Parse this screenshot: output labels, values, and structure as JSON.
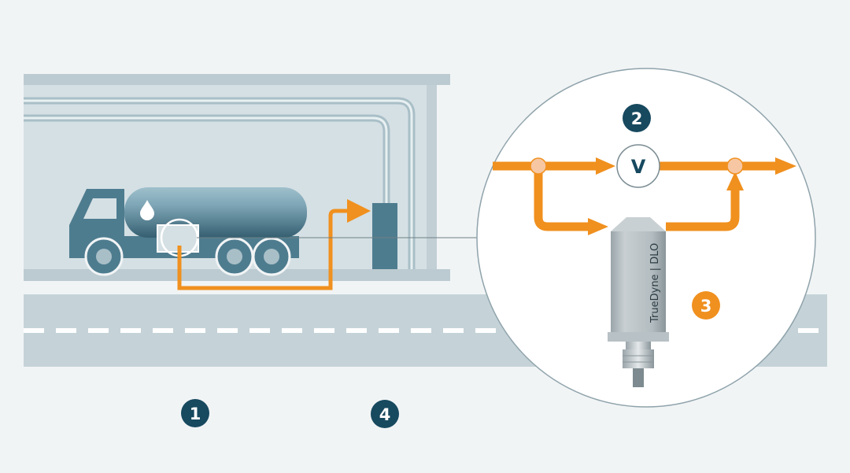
{
  "markers": {
    "m1": "1",
    "m2": "2",
    "m3": "3",
    "m4": "4"
  },
  "meter_symbol": "V",
  "sensor_label": "TrueDyne | DLO",
  "colors": {
    "background": "#f1f4f5",
    "structure": "#bccbd1",
    "vehicle": "#4e7c8f",
    "flow": "#f0901e",
    "marker_dark": "#17495f",
    "marker_accent": "#f0901e"
  },
  "icons": {
    "tank_symbol": "droplet-icon"
  }
}
